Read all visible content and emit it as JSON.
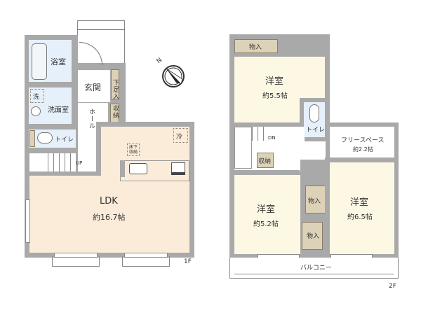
{
  "floor1": {
    "floor_label": "1F",
    "rooms": {
      "bath": "浴室",
      "entrance": "玄関",
      "shoe_storage": "下足入",
      "washroom": "洗面室",
      "washer": "洗",
      "hall": "ホール",
      "storage": "収納",
      "toilet": "トイレ",
      "ldk": "LDK",
      "ldk_size": "約16.7帖",
      "fridge": "冷",
      "underfloor_storage": "床下収納",
      "stairs_dir": "UP"
    }
  },
  "floor2": {
    "floor_label": "2F",
    "rooms": {
      "closet_top": "物入",
      "western_a": "洋室",
      "western_a_size": "約5.5帖",
      "toilet": "トイレ",
      "free_space": "フリースペース",
      "free_space_size": "約2.2帖",
      "stairs_dir": "DN",
      "storage": "収納",
      "western_b": "洋室",
      "western_b_size": "約5.2帖",
      "closet_mid": "物入",
      "closet_low": "物入",
      "western_c": "洋室",
      "western_c_size": "約6.5帖",
      "balcony": "バルコニー"
    }
  },
  "compass": {
    "north_label": "N"
  },
  "colors": {
    "wall": "#a9a9a9",
    "ldk_floor": "#fbecd9",
    "wet_area": "#e6f0fa",
    "western_room": "#fdf8e4",
    "storage": "#ddd2b8"
  }
}
